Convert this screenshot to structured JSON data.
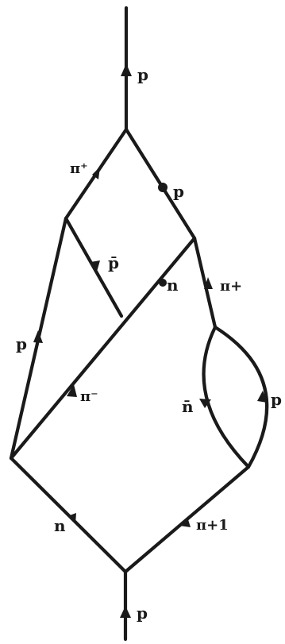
{
  "colors": {
    "ink": "#1a1a1a",
    "paper": "#ffffff"
  },
  "labels": {
    "p_top": "p",
    "pi_upper_left": "π⁺",
    "p_upper_right": "p",
    "pbar_center": "p̄",
    "n_center": "n",
    "pi_plus_right": "π+",
    "p_left": "p",
    "pi_minus": "π⁻",
    "nbar_loop": "n̄",
    "p_loop": "p",
    "n_lower_left": "n",
    "pi_lower_right": "π+1",
    "p_bottom": "p"
  }
}
